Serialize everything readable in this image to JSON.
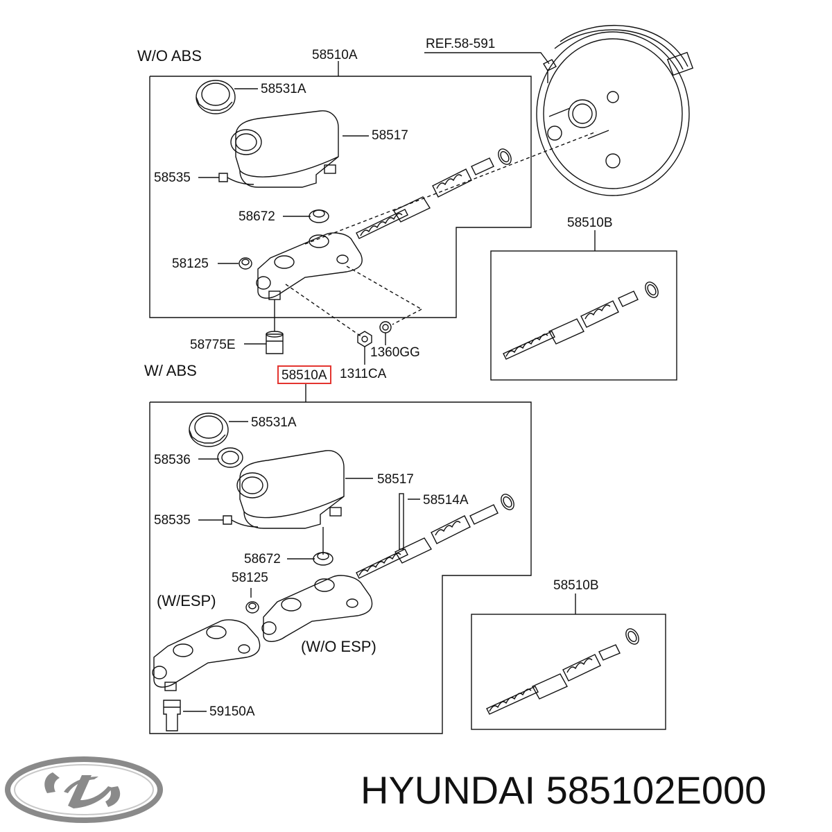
{
  "sections": {
    "without_abs": "W/O ABS",
    "with_abs": "W/ ABS"
  },
  "reference": "REF.58-591",
  "top_group": {
    "assembly": "58510A",
    "cap": "58531A",
    "reservoir": "58517",
    "sensor": "58535",
    "grommet": "58672",
    "plug": "58125",
    "fitting": "58775E",
    "nut": "1360GG",
    "nut2": "1311CA"
  },
  "top_kit": {
    "label": "58510B"
  },
  "bottom_group": {
    "assembly_selected": "58510A",
    "cap": "58531A",
    "filter": "58536",
    "reservoir": "58517",
    "pin": "58514A",
    "sensor": "58535",
    "grommet": "58672",
    "plug": "58125",
    "with_esp": "(W/ESP)",
    "without_esp": "(W/O ESP)",
    "valve": "59150A"
  },
  "bottom_kit": {
    "label": "58510B"
  },
  "footer": {
    "brand": "HYUNDAI",
    "part_number": "585102E000"
  },
  "colors": {
    "line": "#111111",
    "highlight": "#e3342f",
    "logo": "#8a8a8a"
  }
}
